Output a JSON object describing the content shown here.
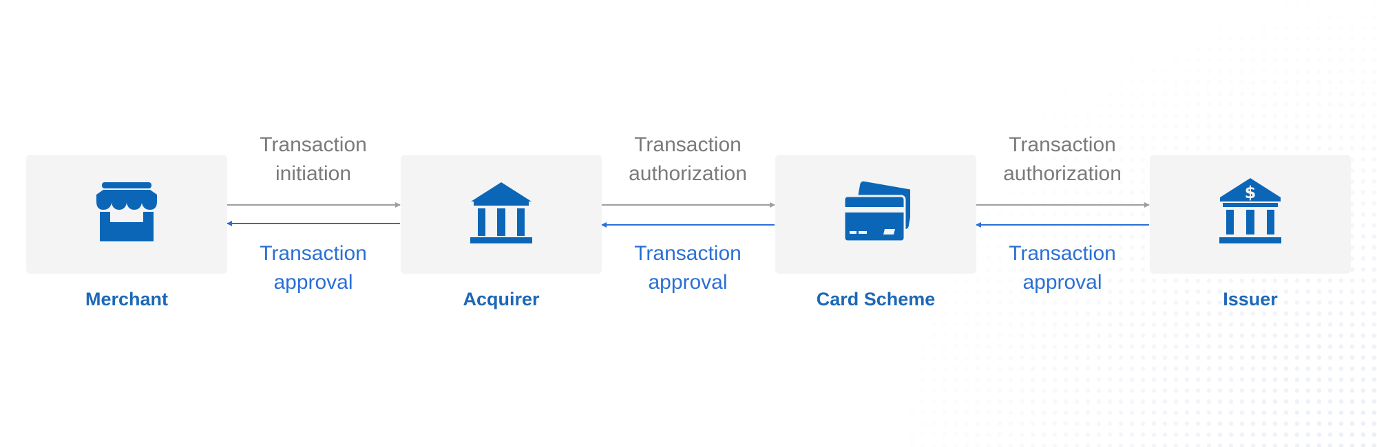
{
  "nodes": [
    {
      "label": "Merchant",
      "icon": "storefront-icon"
    },
    {
      "label": "Acquirer",
      "icon": "bank-building-icon"
    },
    {
      "label": "Card Scheme",
      "icon": "credit-cards-icon"
    },
    {
      "label": "Issuer",
      "icon": "bank-dollar-icon"
    }
  ],
  "edges": [
    {
      "forward_line1": "Transaction",
      "forward_line2": "initiation",
      "back_line1": "Transaction",
      "back_line2": "approval"
    },
    {
      "forward_line1": "Transaction",
      "forward_line2": "authorization",
      "back_line1": "Transaction",
      "back_line2": "approval"
    },
    {
      "forward_line1": "Transaction",
      "forward_line2": "authorization",
      "back_line1": "Transaction",
      "back_line2": "approval"
    }
  ],
  "colors": {
    "icon": "#0b66b8",
    "node_label": "#1c68b8",
    "forward_text": "#7a7a7a",
    "forward_arrow": "#9e9e9e",
    "back_text": "#2a6fd6",
    "back_arrow": "#2a6fd6",
    "node_bg": "#f4f4f4"
  }
}
